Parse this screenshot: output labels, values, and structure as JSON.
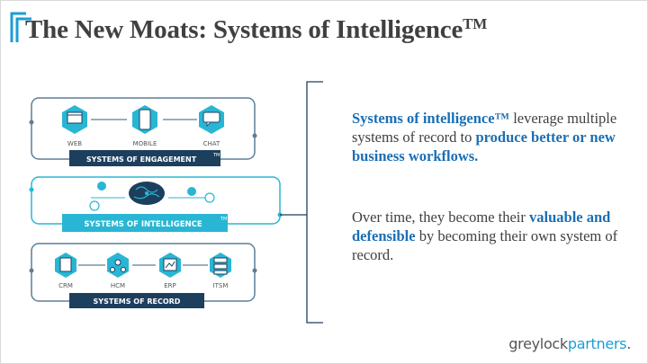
{
  "title": {
    "text": "The New Moats: Systems of Intelligence",
    "mark": "TM"
  },
  "engagement": {
    "label": "SYSTEMS OF ENGAGEMENT",
    "mark": "TM",
    "items": [
      "WEB",
      "MOBILE",
      "CHAT"
    ]
  },
  "intelligence": {
    "label": "SYSTEMS OF INTELLIGENCE",
    "mark": "TM"
  },
  "record": {
    "label": "SYSTEMS OF RECORD",
    "items": [
      "CRM",
      "HCM",
      "ERP",
      "ITSM"
    ]
  },
  "para1": {
    "a": "Systems of intelligence™",
    "b": " leverage multiple systems of record to ",
    "c": "produce better or new business workflows."
  },
  "para2": {
    "a": "Over time, they become their ",
    "b": "valuable and defensible",
    "c": " by becoming their own system of record."
  },
  "logo": {
    "part1": "greylock",
    "part2": "partners",
    "dot": "."
  },
  "colors": {
    "navy": "#1d3f5e",
    "teal": "#29b6d4",
    "highlight": "#1a6fb5",
    "text": "#404040"
  }
}
